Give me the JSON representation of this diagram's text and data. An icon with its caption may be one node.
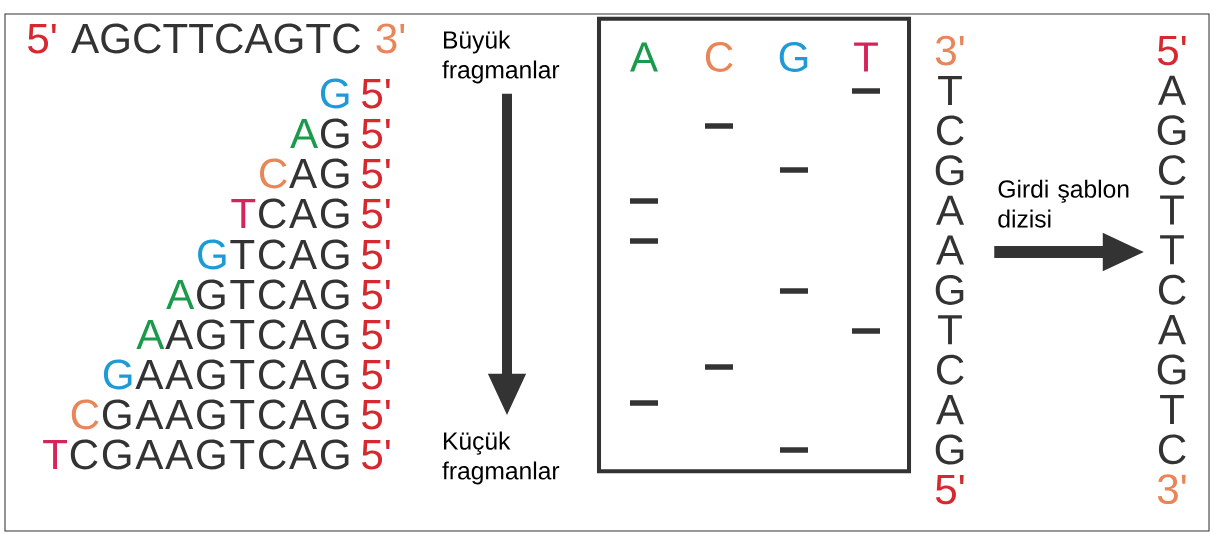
{
  "diagram": {
    "nodes": [
      {
        "text": [
          "Büyük fragmanlar"
        ]
      },
      {
        "text": [
          "Küçük fragmanlar"
        ]
      },
      {
        "text": [
          "A",
          "C",
          "G",
          "T"
        ]
      },
      {
        "text": [],
        "shape": "bar",
        "in": 2
      },
      {
        "text": [],
        "shape": "bar",
        "in": 2
      },
      {
        "text": [],
        "shape": "bar",
        "in": 2
      },
      {
        "text": [],
        "shape": "bar",
        "in": 2
      },
      {
        "text": [],
        "shape": "bar",
        "in": 2
      },
      {
        "text": [],
        "shape": "bar",
        "in": 2
      },
      {
        "text": [],
        "shape": "bar",
        "in": 2
      },
      {
        "text": [],
        "shape": "bar",
        "in": 2
      },
      {
        "text": [],
        "shape": "bar",
        "in": 2
      },
      {
        "text": [],
        "shape": "bar",
        "in": 2
      },
      {
        "text": [
          "3'",
          "T",
          "C",
          "G",
          "A",
          "A",
          "G",
          "T",
          "C",
          "A",
          "G",
          "5'"
        ]
      },
      {
        "text": [
          "5'",
          "A",
          "G",
          "C",
          "T",
          "T",
          "C",
          "A",
          "G",
          "T",
          "C",
          "3'"
        ]
      }
    ],
    "edges": [
      {
        "from": 0,
        "to": 1,
        "arrow": "to"
      },
      {
        "from": 13,
        "to": 14,
        "arrow": "to",
        "label": "Girdi şablon dizisi"
      }
    ],
    "labels": [
      "5'",
      "AGCTTCAGTC",
      "3'",
      "G",
      "5'",
      "A",
      "G",
      "5'",
      "C",
      "AG",
      "5'",
      "T",
      "CAG",
      "5'",
      "G",
      "TCAG",
      "5'",
      "A",
      "GTCAG",
      "5'",
      "A",
      "AGTCAG",
      "5'",
      "G",
      "AAGTCAG",
      "5'",
      "C",
      "GAAGTCAG",
      "5'",
      "T",
      "CGAAGTCAG",
      "5'"
    ]
  }
}
